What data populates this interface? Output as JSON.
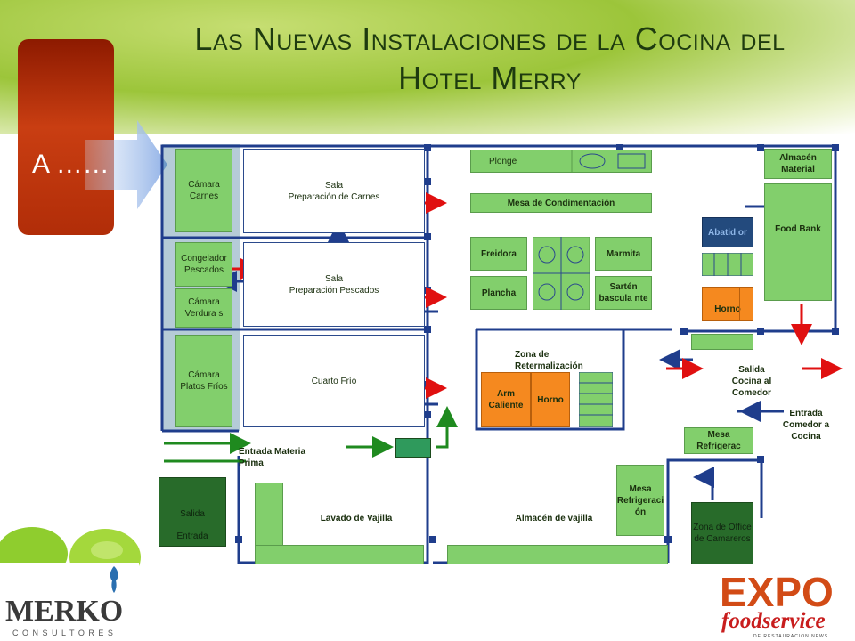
{
  "title_line1": "Las Nuevas Instalaciones de la Cocina del",
  "title_line2": "Hotel Merry",
  "side_label": "A ……",
  "rooms": {
    "camara_carnes": "Cámara Carnes",
    "sala_carnes_1": "Sala",
    "sala_carnes_2": "Preparación de Carnes",
    "congelador_1": "Congelador",
    "congelador_2": "Pescados",
    "sala_pescados_1": "Sala",
    "sala_pescados_2": "Preparación Pescados",
    "camara_verduras": "Cámara Verdura s",
    "camara_platos_1": "Cámara",
    "camara_platos_2": "Platos Fríos",
    "cuarto_frio": "Cuarto Frío",
    "plonge": "Plonge",
    "mesa_condimentacion": "Mesa de Condimentación",
    "freidora": "Freidora",
    "plancha": "Plancha",
    "marmita": "Marmita",
    "sarten": "Sartén bascula nte",
    "almacen_material_1": "Almacén",
    "almacen_material_2": "Material",
    "food_bank": "Food Bank",
    "abatidor": "Abatid or",
    "horno_right": "Horno",
    "zona_retermalizacion": "Zona de Retermalización",
    "arm_caliente": "Arm Caliente",
    "horno_center": "Horno",
    "salida_cocina": "Salida Cocina al Comedor",
    "entrada_comedor": "Entrada Comedor a Cocina",
    "mesa_refrigerac": "Mesa Refrigerac",
    "mesa_refrigeracion": "Mesa Refrigeraci ón",
    "zona_office": "Zona de Office de Camareros",
    "entrada_materia": "Entrada Materia Prima",
    "lavado_vajilla": "Lavado de Vajilla",
    "almacen_vajilla": "Almacén de vajilla"
  },
  "legend": {
    "salida": "Salida",
    "entrada": "Entrada"
  },
  "logos": {
    "merko": "MERKO",
    "merko_sub": "C O N S U L T O R E S",
    "expo": "EXPO",
    "expo_sub": "foodservice",
    "expo_tiny": "DE RESTAURACION NEWS"
  },
  "colors": {
    "green_room": "#82cf6c",
    "dark_green": "#286b2a",
    "orange": "#f5891f",
    "navy": "#234a7d",
    "arrow_red": "#e01010",
    "arrow_blue": "#1f3d8c",
    "arrow_green": "#1f8a1f"
  }
}
